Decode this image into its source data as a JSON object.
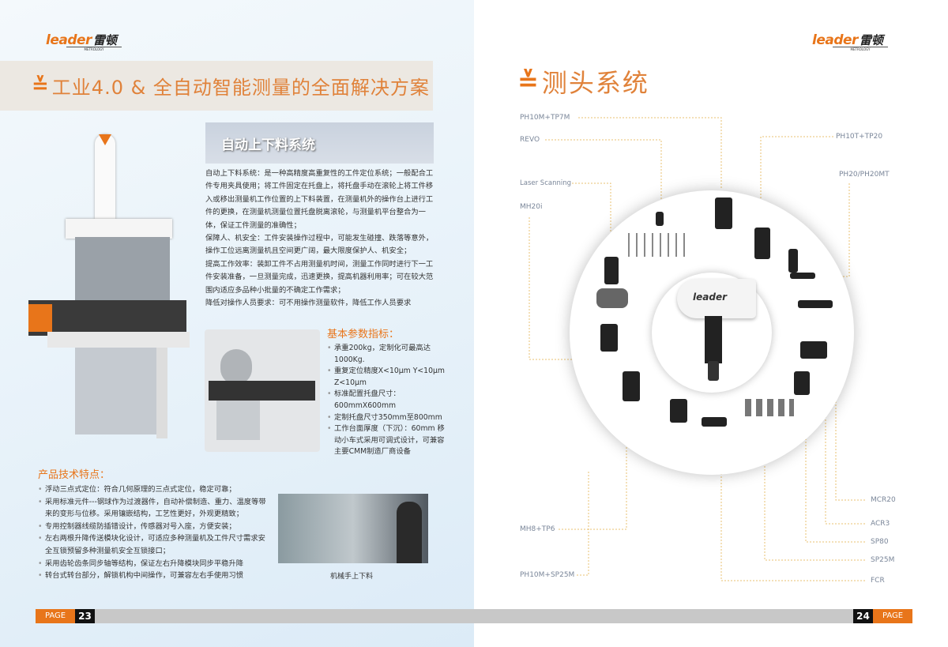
{
  "brand": {
    "logo_en": "leader",
    "logo_cn": "雷顿",
    "logo_sub": "METROLOGY",
    "accent": "#e8751a"
  },
  "left": {
    "banner_title": "工业4.0 & 全自动智能测量的全面解决方案",
    "section_title": "自动上下料系统",
    "description": [
      "自动上下料系统：是一种高精度高重复性的工件定位系统；一般配合工件专用夹具使用；将工件固定在托盘上，将托盘手动在滚轮上将工件移入或移出测量机工作位置的上下料装置，在测量机外的操作台上进行工件的更换，在测量机测量位置托盘脱离滚轮，与测量机平台整合为一体，保证工件测量的准确性；",
      "保障人、机安全：工件安装操作过程中，可能发生碰撞、跌落等意外，操作工位远离测量机且空间更广阔，最大限度保护人、机安全；",
      "提高工作效率：装卸工件不占用测量机时间，测量工作同时进行下一工件安装准备，一旦测量完成，迅速更换，提高机器利用率；可在较大范围内适应多品种小批量的不确定工作需求；",
      "降低对操作人员要求：可不用操作测量软件，降低工作人员要求"
    ],
    "params_title": "基本参数指标：",
    "params": [
      "承重200kg，定制化可最高达1000Kg.",
      "重复定位精度X<10μm Y<10μm Z<10μm",
      "标准配置托盘尺寸：600mmX600mm",
      "定制托盘尺寸350mm至800mm",
      "工作台面厚度（下沉）：60mm 移动小车式采用可调式设计，可兼容主要CMM制造厂商设备"
    ],
    "features_title": "产品技术特点：",
    "features": [
      "浮动三点式定位：符合几何原理的三点式定位，稳定可靠；",
      "采用标准元件---钢球作为过渡器件，自动补偿制造、重力、温度等带来的变形与位移。采用镶嵌结构，工艺性更好，外观更精致；",
      "专用控制器线缆防插错设计，传感器对号入座，方便安装；",
      "左右两根升降传送模块化设计，可适应多种测量机及工件尺寸需求安全互锁预留多种测量机安全互锁接口；",
      "采用齿轮齿条同步轴等结构，保证左右升降模块同步平稳升降",
      "转台式转台部分，解锁机构中间操作，可兼容左右手使用习惯"
    ],
    "robot_caption": "机械手上下料",
    "page_label": "PAGE",
    "page_number": "23"
  },
  "right": {
    "title": "测头系统",
    "center_logo": "leader",
    "labels_left": [
      "PH10M+TP7M",
      "REVO",
      "Laser Scanning",
      "MH20i",
      "MH8+TP6",
      "PH10M+SP25M"
    ],
    "labels_right": [
      "PH10T+TP20",
      "PH20/PH20MT",
      "MCR20",
      "ACR3",
      "SP80",
      "SP25M",
      "FCR"
    ],
    "page_label": "PAGE",
    "page_number": "24"
  }
}
